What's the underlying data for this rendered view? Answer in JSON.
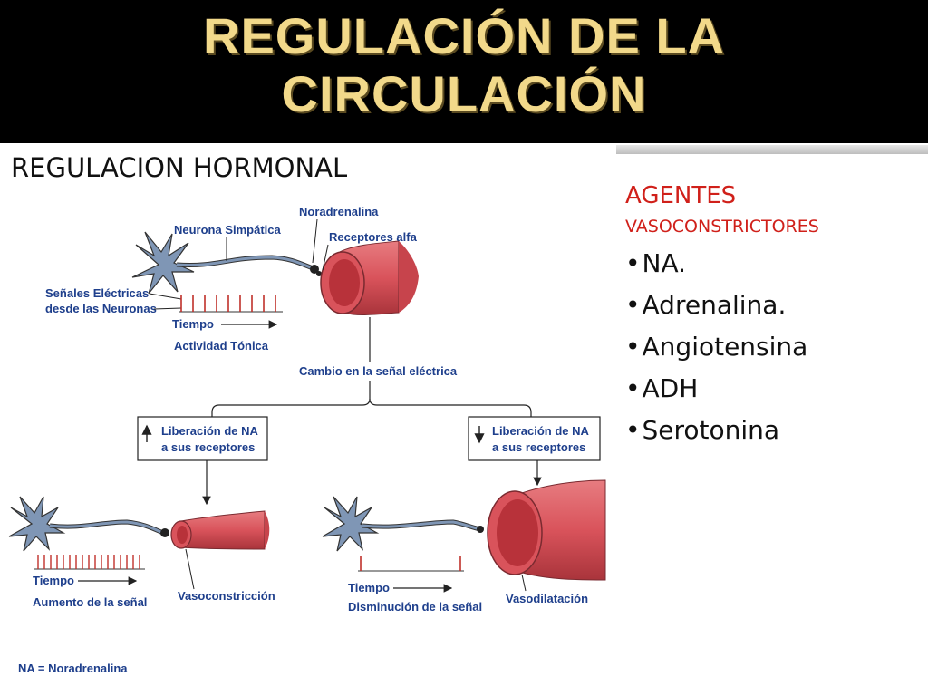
{
  "slide": {
    "title_line1": "REGULACIÓN DE LA",
    "title_line2": "CIRCULACIÓN",
    "subtitle": "REGULACION HORMONAL"
  },
  "agents": {
    "heading": "AGENTES",
    "subheading": "VASOCONSTRICTORES",
    "items": [
      "NA.",
      "Adrenalina.",
      "Angiotensina",
      "ADH",
      "Serotonina"
    ]
  },
  "diagram": {
    "neurona_simpatica": "Neurona Simpática",
    "noradrenalina": "Noradrenalina",
    "receptores_alfa": "Receptores alfa",
    "senales_1": "Señales Eléctricas",
    "senales_2": "desde las Neuronas",
    "tiempo": "Tiempo",
    "actividad_tonica": "Actividad Tónica",
    "cambio": "Cambio en la señal eléctrica",
    "box_left_1": "Liberación de NA",
    "box_left_2": "a sus receptores",
    "box_right_1": "Liberación de NA",
    "box_right_2": "a sus receptores",
    "aumento": "Aumento de la señal",
    "vasoconstriccion": "Vasoconstricción",
    "disminucion": "Disminución de la señal",
    "vasodilatacion": "Vasodilatación",
    "footnote": "NA = Noradrenalina",
    "colors": {
      "vessel": "#d9535b",
      "vessel_inner": "#b8323a",
      "neuron": "#7f96b5",
      "label": "#1e3f8c",
      "spike": "#c0302a"
    }
  }
}
